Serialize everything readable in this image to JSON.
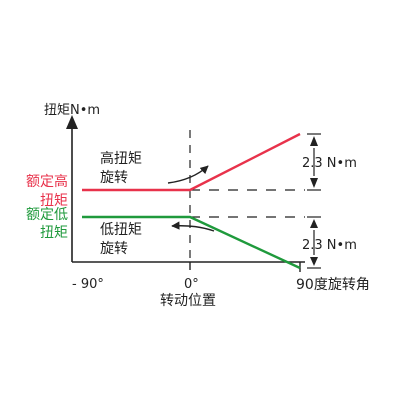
{
  "diagram": {
    "y_axis_label": "扭矩N•m",
    "rated_high_label": [
      "额定高",
      "扭矩"
    ],
    "rated_low_label": [
      "额定低",
      "扭矩"
    ],
    "high_torque_text": [
      "高扭矩",
      "旋转"
    ],
    "low_torque_text": [
      "低扭矩",
      "旋转"
    ],
    "torque_delta_upper": "2.3 N•m",
    "torque_delta_lower": "2.3 N•m",
    "tick_minus90": "- 90°",
    "tick_zero": "0°",
    "x_axis_label": "转动位置",
    "end_label": "90度旋转角",
    "colors": {
      "high": "#e8324b",
      "low": "#1f9a3c",
      "ink": "#222222"
    }
  }
}
